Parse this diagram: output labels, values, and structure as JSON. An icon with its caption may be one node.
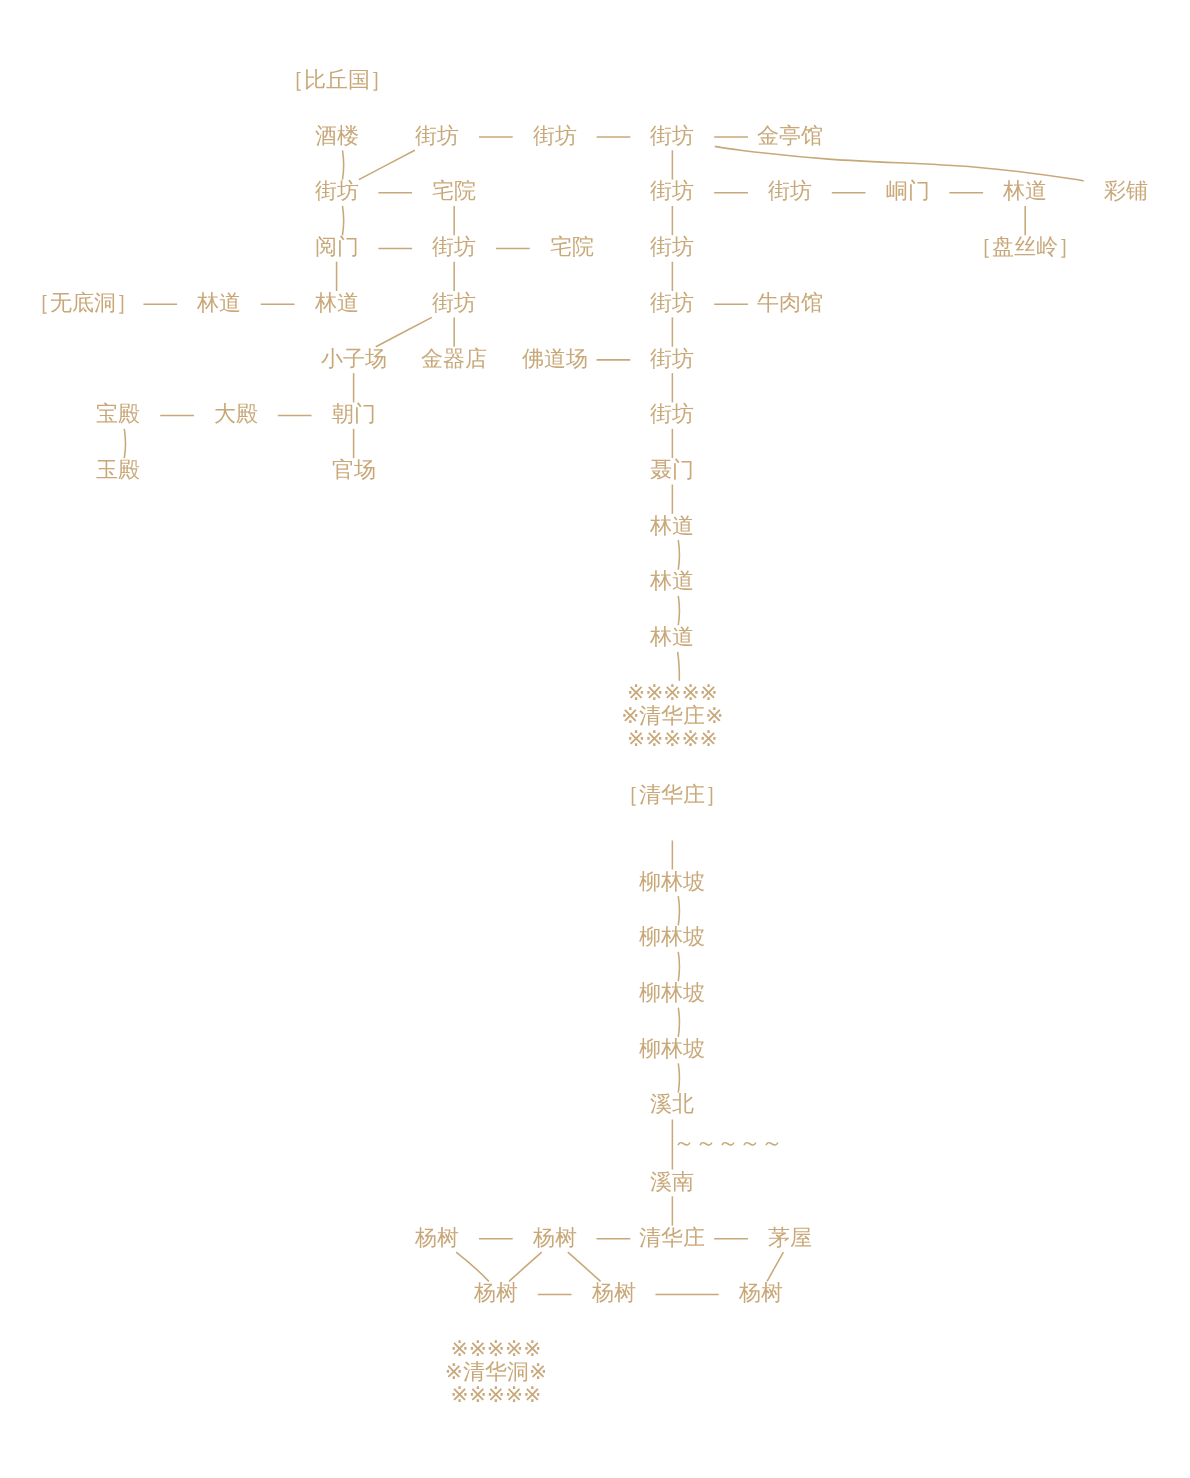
{
  "diagram": {
    "nodes": [
      {
        "text": [
          "酒楼"
        ]
      },
      {
        "text": [
          "街坊"
        ]
      },
      {
        "text": [
          "街坊"
        ]
      },
      {
        "text": [
          "街坊"
        ]
      },
      {
        "text": [
          "金亭馆"
        ]
      },
      {
        "text": [
          "街坊"
        ]
      },
      {
        "text": [
          "宅院"
        ]
      },
      {
        "text": [
          "彩铺"
        ]
      },
      {
        "text": [
          "街坊"
        ]
      },
      {
        "text": [
          "街坊"
        ]
      },
      {
        "text": [
          "峒门"
        ]
      },
      {
        "text": [
          "林道"
        ]
      },
      {
        "text": [
          "阅门"
        ]
      },
      {
        "text": [
          "街坊"
        ]
      },
      {
        "text": [
          "宅院"
        ]
      },
      {
        "text": [
          "街坊"
        ]
      },
      {
        "text": [
          "［盘丝岭］"
        ]
      },
      {
        "text": [
          "［无底洞］"
        ]
      },
      {
        "text": [
          "林道"
        ]
      },
      {
        "text": [
          "林道"
        ]
      },
      {
        "text": [
          "街坊"
        ]
      },
      {
        "text": [
          "街坊"
        ]
      },
      {
        "text": [
          "牛肉馆"
        ]
      },
      {
        "text": [
          "小子场"
        ]
      },
      {
        "text": [
          "金器店"
        ]
      },
      {
        "text": [
          "佛道场"
        ]
      },
      {
        "text": [
          "街坊"
        ]
      },
      {
        "text": [
          "宝殿"
        ]
      },
      {
        "text": [
          "大殿"
        ]
      },
      {
        "text": [
          "朝门"
        ]
      },
      {
        "text": [
          "街坊"
        ]
      },
      {
        "text": [
          "玉殿"
        ]
      },
      {
        "text": [
          "官场"
        ]
      },
      {
        "text": [
          "聂门"
        ]
      },
      {
        "text": [
          "林道"
        ]
      },
      {
        "text": [
          "林道"
        ]
      },
      {
        "text": [
          "林道"
        ]
      },
      {
        "text": [
          "※※※※※",
          "※清华庄※",
          "※※※※※"
        ]
      },
      {
        "text": [
          "柳林坡"
        ]
      },
      {
        "text": [
          "柳林坡"
        ]
      },
      {
        "text": [
          "柳林坡"
        ]
      },
      {
        "text": [
          "柳林坡"
        ]
      },
      {
        "text": [
          "溪北"
        ]
      },
      {
        "text": [
          "溪南"
        ]
      },
      {
        "text": [
          "杨树"
        ]
      },
      {
        "text": [
          "杨树"
        ]
      },
      {
        "text": [
          "清华庄"
        ]
      },
      {
        "text": [
          "茅屋"
        ]
      },
      {
        "text": [
          "杨树"
        ]
      },
      {
        "text": [
          "杨树"
        ]
      },
      {
        "text": [
          "杨树"
        ]
      },
      {
        "text": [
          "※※※※※",
          "※清华洞※",
          "※※※※※"
        ]
      }
    ],
    "edges": [
      {
        "from": 0,
        "to": 5,
        "arrow": "none"
      },
      {
        "from": 1,
        "to": 5,
        "arrow": "none"
      },
      {
        "from": 1,
        "to": 2,
        "arrow": "none"
      },
      {
        "from": 2,
        "to": 3,
        "arrow": "none"
      },
      {
        "from": 3,
        "to": 4,
        "arrow": "none"
      },
      {
        "from": 3,
        "to": 7,
        "arrow": "none"
      },
      {
        "from": 3,
        "to": 8,
        "arrow": "none"
      },
      {
        "from": 5,
        "to": 6,
        "arrow": "none"
      },
      {
        "from": 8,
        "to": 9,
        "arrow": "none"
      },
      {
        "from": 9,
        "to": 10,
        "arrow": "none"
      },
      {
        "from": 10,
        "to": 11,
        "arrow": "none"
      },
      {
        "from": 11,
        "to": 16,
        "arrow": "none"
      },
      {
        "from": 5,
        "to": 12,
        "arrow": "none"
      },
      {
        "from": 6,
        "to": 13,
        "arrow": "none"
      },
      {
        "from": 12,
        "to": 13,
        "arrow": "none"
      },
      {
        "from": 13,
        "to": 14,
        "arrow": "none"
      },
      {
        "from": 8,
        "to": 15,
        "arrow": "none"
      },
      {
        "from": 12,
        "to": 19,
        "arrow": "none"
      },
      {
        "from": 17,
        "to": 18,
        "arrow": "none"
      },
      {
        "from": 18,
        "to": 19,
        "arrow": "none"
      },
      {
        "from": 13,
        "to": 20,
        "arrow": "none"
      },
      {
        "from": 15,
        "to": 21,
        "arrow": "none"
      },
      {
        "from": 21,
        "to": 22,
        "arrow": "none"
      },
      {
        "from": 20,
        "to": 23,
        "arrow": "none"
      },
      {
        "from": 20,
        "to": 24,
        "arrow": "none"
      },
      {
        "from": 21,
        "to": 26,
        "arrow": "none"
      },
      {
        "from": 25,
        "to": 26,
        "arrow": "none"
      },
      {
        "from": 23,
        "to": 29,
        "arrow": "none"
      },
      {
        "from": 27,
        "to": 28,
        "arrow": "none"
      },
      {
        "from": 28,
        "to": 29,
        "arrow": "none"
      },
      {
        "from": 26,
        "to": 30,
        "arrow": "none"
      },
      {
        "from": 27,
        "to": 31,
        "arrow": "none"
      },
      {
        "from": 29,
        "to": 32,
        "arrow": "none"
      },
      {
        "from": 30,
        "to": 33,
        "arrow": "none"
      },
      {
        "from": 33,
        "to": 34,
        "arrow": "none"
      },
      {
        "from": 34,
        "to": 35,
        "arrow": "none"
      },
      {
        "from": 35,
        "to": 36,
        "arrow": "none"
      },
      {
        "from": 36,
        "to": 37,
        "arrow": "none"
      },
      {
        "from": null,
        "to": 38,
        "arrow": "none"
      },
      {
        "from": 38,
        "to": 39,
        "arrow": "none"
      },
      {
        "from": 39,
        "to": 40,
        "arrow": "none"
      },
      {
        "from": 40,
        "to": 41,
        "arrow": "none"
      },
      {
        "from": 41,
        "to": 42,
        "arrow": "none"
      },
      {
        "from": 42,
        "to": 43,
        "arrow": "none",
        "label": "～～～～～"
      },
      {
        "from": 43,
        "to": 46,
        "arrow": "none"
      },
      {
        "from": 44,
        "to": 45,
        "arrow": "none"
      },
      {
        "from": 45,
        "to": 46,
        "arrow": "none"
      },
      {
        "from": 46,
        "to": 47,
        "arrow": "none"
      },
      {
        "from": 44,
        "to": 48,
        "arrow": "none"
      },
      {
        "from": 45,
        "to": 48,
        "arrow": "none"
      },
      {
        "from": 45,
        "to": 49,
        "arrow": "none"
      },
      {
        "from": 47,
        "to": 50,
        "arrow": "none"
      },
      {
        "from": 48,
        "to": 49,
        "arrow": "none"
      },
      {
        "from": 49,
        "to": 50,
        "arrow": "none"
      }
    ],
    "labels": [
      "［比丘国］",
      "［清华庄］"
    ]
  }
}
